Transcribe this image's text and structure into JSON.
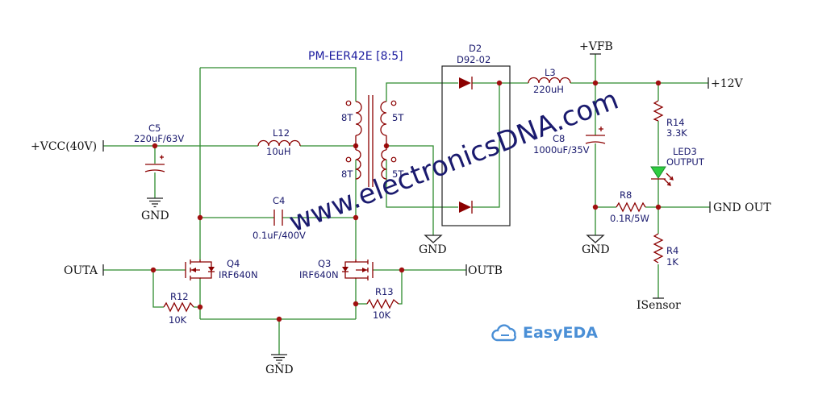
{
  "transformer": {
    "title": "PM-EER42E [8:5]",
    "p1": "8T",
    "p2": "8T",
    "s1": "5T",
    "s2": "5T"
  },
  "nets": {
    "vcc": "+VCC(40V)",
    "vfb": "+VFB",
    "out12": "+12V",
    "gndout": "GND OUT",
    "gnd": "GND",
    "outa": "OUTA",
    "outb": "OUTB",
    "isensor": "ISensor"
  },
  "parts": {
    "c5": {
      "ref": "C5",
      "value": "220uF/63V"
    },
    "l12": {
      "ref": "L12",
      "value": "10uH"
    },
    "c4": {
      "ref": "C4",
      "value": "0.1uF/400V"
    },
    "d2": {
      "ref": "D2",
      "value": "D92-02"
    },
    "l3": {
      "ref": "L3",
      "value": "220uH"
    },
    "c8": {
      "ref": "C8",
      "value": "1000uF/35V"
    },
    "r14": {
      "ref": "R14",
      "value": "3.3K"
    },
    "led3": {
      "ref": "LED3",
      "value": "OUTPUT"
    },
    "r8": {
      "ref": "R8",
      "value": "0.1R/5W"
    },
    "r4": {
      "ref": "R4",
      "value": "1K"
    },
    "q4": {
      "ref": "Q4",
      "value": "IRF640N"
    },
    "q3": {
      "ref": "Q3",
      "value": "IRF640N"
    },
    "r12": {
      "ref": "R12",
      "value": "10K"
    },
    "r13": {
      "ref": "R13",
      "value": "10K"
    }
  },
  "watermark": "www.electronicsDNA.com",
  "brand": "EasyEDA",
  "colors": {
    "wire": "#2e8b2e",
    "component": "#8b0000",
    "label": "#1a1a6e",
    "junction": "#a01010",
    "brand": "#4a8fd6"
  }
}
